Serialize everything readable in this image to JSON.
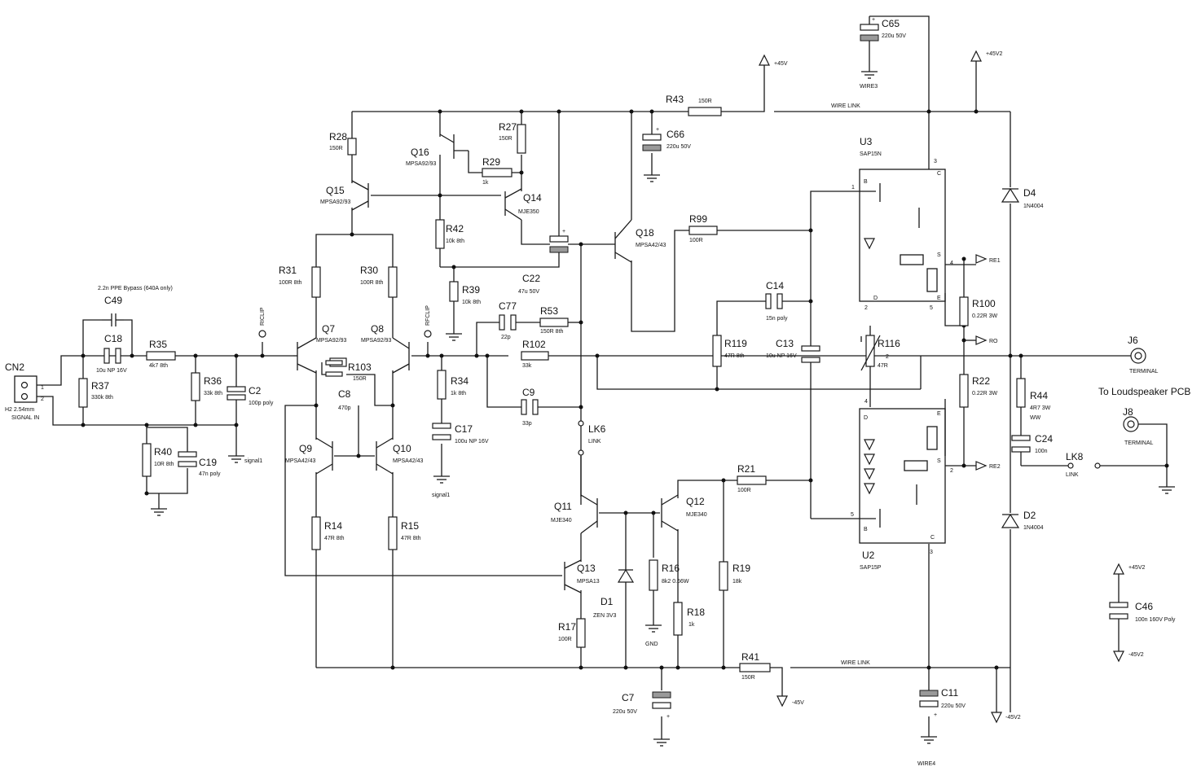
{
  "connectors": {
    "cn2": {
      "ref": "CN2",
      "pin1": "1",
      "pin2": "2",
      "value": "H2 2.54mm",
      "signal": "SIGNAL IN"
    },
    "j6": {
      "ref": "J6",
      "value": "TERMINAL"
    },
    "j8": {
      "ref": "J8",
      "value": "TERMINAL"
    },
    "to_pcb": "To Loudspeaker PCB",
    "lk6": {
      "ref": "LK6",
      "value": "LINK"
    },
    "lk8": {
      "ref": "LK8",
      "value": "LINK"
    }
  },
  "notes": {
    "bypass": "2.2n PPE Bypass (640A only)",
    "wire_link_top": "WIRE LINK",
    "wire_link_bottom": "WIRE LINK",
    "wire3": "WIRE3",
    "wire4": "WIRE4"
  },
  "rails": {
    "p45v": "+45V",
    "p45v2": "+45V2",
    "n45v": "-45V",
    "n45v2": "-45V2",
    "p45v2_b": "+45V2",
    "n45v2_b": "-45V2"
  },
  "nets": {
    "riclip": "RICLIP",
    "rfclip": "RFCLIP",
    "re1": "RE1",
    "ro": "RO",
    "re2": "RE2",
    "gnd": "GND",
    "signal1": "signal1",
    "signal1_b": "signal1"
  },
  "resistors": {
    "r28": {
      "ref": "R28",
      "value": "150R"
    },
    "r27": {
      "ref": "R27",
      "value": "150R"
    },
    "r29": {
      "ref": "R29",
      "value": "1k"
    },
    "r42": {
      "ref": "R42",
      "value": "10k 8th"
    },
    "r43": {
      "ref": "R43",
      "value": "150R"
    },
    "r99": {
      "ref": "R99",
      "value": "100R"
    },
    "r31": {
      "ref": "R31",
      "value": "100R 8th"
    },
    "r30": {
      "ref": "R30",
      "value": "100R 8th"
    },
    "r39": {
      "ref": "R39",
      "value": "10k 8th"
    },
    "r53": {
      "ref": "R53",
      "value": "150R 8th"
    },
    "r102": {
      "ref": "R102",
      "value": "33k"
    },
    "r35": {
      "ref": "R35",
      "value": "4k7 8th"
    },
    "r37": {
      "ref": "R37",
      "value": "330k 8th"
    },
    "r36": {
      "ref": "R36",
      "value": "33k 8th"
    },
    "r40": {
      "ref": "R40",
      "value": "10R 8th"
    },
    "r103": {
      "ref": "R103",
      "value": "150R"
    },
    "r34": {
      "ref": "R34",
      "value": "1k 8th"
    },
    "r14": {
      "ref": "R14",
      "value": "47R 8th"
    },
    "r15": {
      "ref": "R15",
      "value": "47R 8th"
    },
    "r17": {
      "ref": "R17",
      "value": "100R"
    },
    "r16": {
      "ref": "R16",
      "value": "8k2 0.66W"
    },
    "r18": {
      "ref": "R18",
      "value": "1k"
    },
    "r19": {
      "ref": "R19",
      "value": "18k"
    },
    "r21": {
      "ref": "R21",
      "value": "100R"
    },
    "r41": {
      "ref": "R41",
      "value": "150R"
    },
    "r119": {
      "ref": "R119",
      "value": "47R 8th"
    },
    "r116": {
      "ref": "R116",
      "value": "47R"
    },
    "r100": {
      "ref": "R100",
      "value": "0.22R 3W"
    },
    "r22": {
      "ref": "R22",
      "value": "0.22R 3W"
    },
    "r44": {
      "ref": "R44",
      "value": "4R7 3W",
      "extra": "WW"
    }
  },
  "capacitors": {
    "c65": {
      "ref": "C65",
      "value": "220u 50V"
    },
    "c66": {
      "ref": "C66",
      "value": "220u 50V"
    },
    "c22": {
      "ref": "C22",
      "value": "47u 50V"
    },
    "c49": {
      "ref": "C49",
      "value": ""
    },
    "c18": {
      "ref": "C18",
      "value": "10u NP 16V"
    },
    "c2": {
      "ref": "C2",
      "value": "100p poly"
    },
    "c19": {
      "ref": "C19",
      "value": "47n poly"
    },
    "c8": {
      "ref": "C8",
      "value": "470p"
    },
    "c77": {
      "ref": "C77",
      "value": "22p"
    },
    "c9": {
      "ref": "C9",
      "value": "33p"
    },
    "c17": {
      "ref": "C17",
      "value": "100u NP 16V"
    },
    "c14": {
      "ref": "C14",
      "value": "15n poly"
    },
    "c13": {
      "ref": "C13",
      "value": "10u NP 16V"
    },
    "c24": {
      "ref": "C24",
      "value": "100n"
    },
    "c7": {
      "ref": "C7",
      "value": "220u 50V"
    },
    "c11": {
      "ref": "C11",
      "value": "220u 50V"
    },
    "c46": {
      "ref": "C46",
      "value": "100n 160V Poly"
    }
  },
  "transistors": {
    "q16": {
      "ref": "Q16",
      "value": "MPSA92/93"
    },
    "q15": {
      "ref": "Q15",
      "value": "MPSA92/93"
    },
    "q14": {
      "ref": "Q14",
      "value": "MJE350"
    },
    "q18": {
      "ref": "Q18",
      "value": "MPSA42/43"
    },
    "q7": {
      "ref": "Q7",
      "value": "MPSA92/93"
    },
    "q8": {
      "ref": "Q8",
      "value": "MPSA92/93"
    },
    "q9": {
      "ref": "Q9",
      "value": "MPSA42/43"
    },
    "q10": {
      "ref": "Q10",
      "value": "MPSA42/43"
    },
    "q11": {
      "ref": "Q11",
      "value": "MJE340"
    },
    "q12": {
      "ref": "Q12",
      "value": "MJE340"
    },
    "q13": {
      "ref": "Q13",
      "value": "MPSA13"
    }
  },
  "diodes": {
    "d4": {
      "ref": "D4",
      "value": "1N4004"
    },
    "d2": {
      "ref": "D2",
      "value": "1N4004"
    },
    "d1": {
      "ref": "D1",
      "value": "ZEN 3V3"
    }
  },
  "ics": {
    "u3": {
      "ref": "U3",
      "value": "SAP15N"
    },
    "u2": {
      "ref": "U2",
      "value": "SAP15P"
    }
  },
  "pins": {
    "b": "B",
    "c": "C",
    "s": "S",
    "e": "E",
    "d": "D",
    "n1": "1",
    "n2": "2",
    "n3": "3",
    "n4": "4",
    "n5": "5"
  }
}
